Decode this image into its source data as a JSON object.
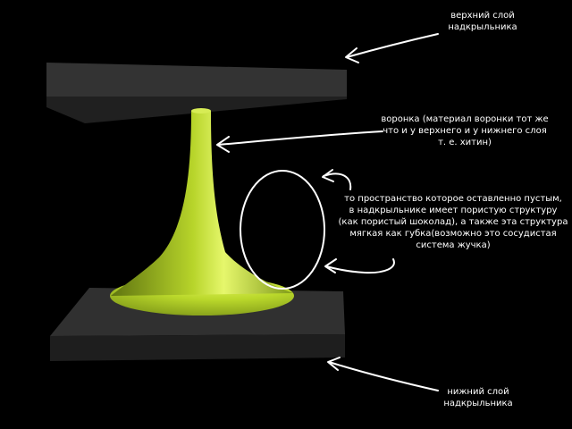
{
  "labels": {
    "top_layer": [
      "верхний слой",
      "надкрыльника"
    ],
    "funnel": [
      "воронка (материал воронки тот же",
      "что и у верхнего и у нижнего слоя",
      "т. е. хитин)"
    ],
    "space": [
      "то пространство которое оставленно пустым,",
      "в надкрыльнике имеет пористую структуру",
      "(как пористый шоколад), а также эта структура",
      "мягкая как губка(возможно это сосудистая",
      "система жучка)"
    ],
    "bottom_layer": [
      "нижний слой",
      "надкрыльника"
    ]
  },
  "colors": {
    "background": "#000000",
    "plate_top": "#2e2e2e",
    "plate_side": "#1c1c1c",
    "funnel": "#b8d62a",
    "funnel_highlight": "#e4f56a",
    "annotation": "#ffffff"
  }
}
